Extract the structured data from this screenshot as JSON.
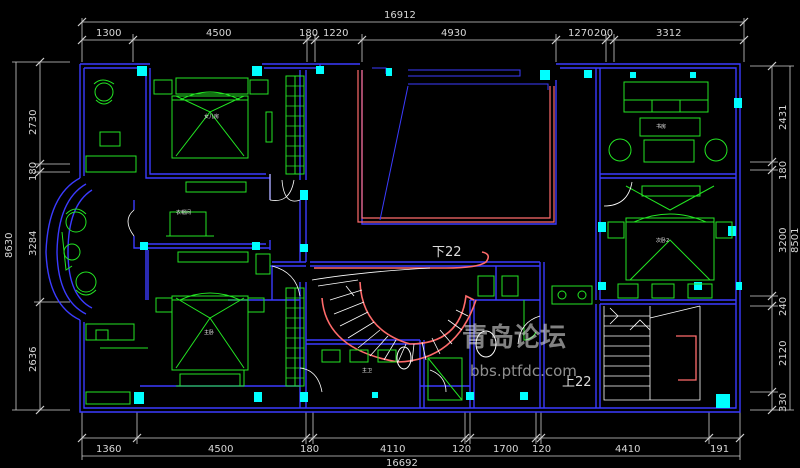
{
  "dimensions": {
    "top_total": "16912",
    "top": [
      "1300",
      "4500",
      "180",
      "1220",
      "4930",
      "1270",
      "200",
      "3312"
    ],
    "bottom_total": "16692",
    "bottom": [
      "1360",
      "4500",
      "180",
      "4110",
      "120",
      "1700",
      "120",
      "4410",
      "191"
    ],
    "left_total": "8630",
    "left": [
      "2730",
      "180",
      "3284",
      "2636"
    ],
    "right_total": "8501",
    "right": [
      "2431",
      "180",
      "3200",
      "240",
      "2120",
      "330"
    ]
  },
  "stair_labels": {
    "down": "下22",
    "up": "上22"
  },
  "room_labels": [
    "女儿房",
    "衣帽间",
    "主卧",
    "书房",
    "主卫",
    "次卧2"
  ],
  "watermark": {
    "title": "青岛论坛",
    "url": "bbs.ptfdc.com"
  },
  "colors": {
    "background": "#000000",
    "wall": "#3b3bff",
    "furniture": "#23e523",
    "column": "#00ffff",
    "stair": "#ff6b6b",
    "text": "#d8d8d8"
  }
}
